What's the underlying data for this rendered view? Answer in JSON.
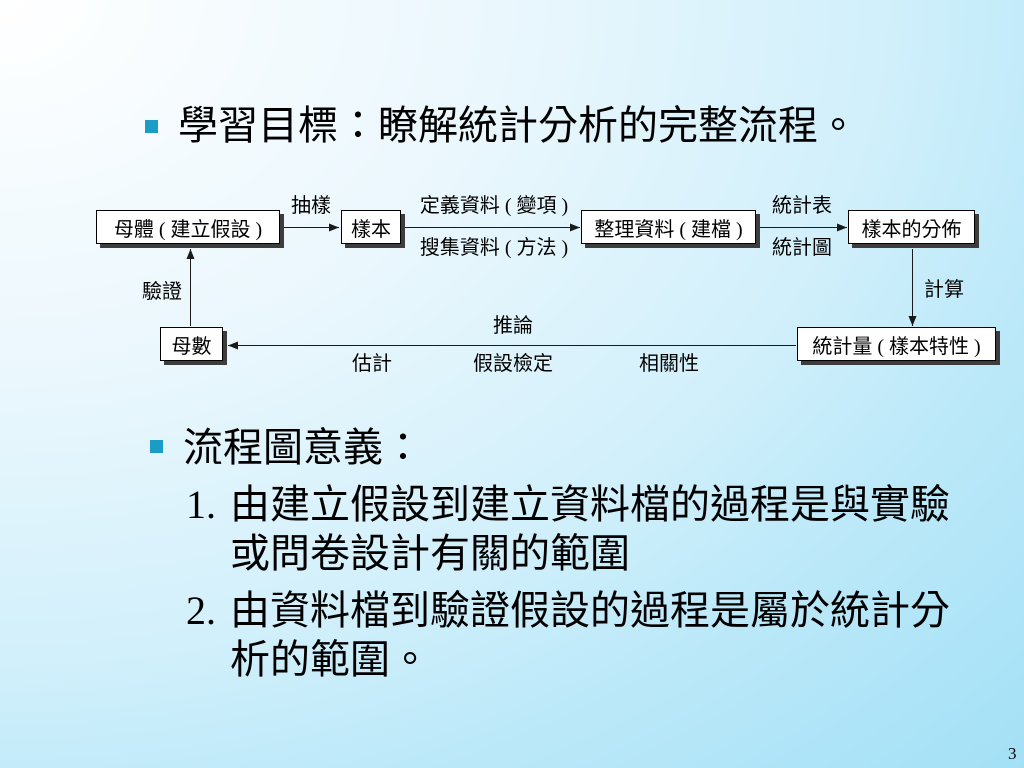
{
  "slide": {
    "page_number": "3",
    "bullet_1": {
      "text": "學習目標：瞭解統計分析的完整流程。"
    },
    "bullet_2": {
      "heading": "流程圖意義：",
      "items": [
        {
          "number": "1.",
          "lines": [
            "由建立假設到建立資料檔的過程是與實驗",
            "或問卷設計有關的範圍"
          ]
        },
        {
          "number": "2.",
          "lines": [
            "由資料檔到驗證假設的過程是屬於統計分",
            "析的範圍。"
          ]
        }
      ]
    }
  },
  "flowchart": {
    "nodes": {
      "population": "母體 ( 建立假設 )",
      "sample": "樣本",
      "data_organization": "整理資料 ( 建檔 )",
      "sample_distribution": "樣本的分佈",
      "parameter": "母數",
      "statistic": "統計量 ( 樣本特性 )"
    },
    "edge_labels": {
      "sampling": "抽樣",
      "define_data": "定義資料 ( 變項 )",
      "collect_data": "搜集資料 ( 方法 )",
      "statistical_table": "統計表",
      "statistical_chart": "統計圖",
      "calculation": "計算",
      "inference": "推論",
      "estimation": "估計",
      "hypothesis_testing": "假設檢定",
      "correlation": "相關性",
      "verification": "驗證"
    }
  },
  "theme": {
    "bullet_color": "#1a9cc6"
  }
}
